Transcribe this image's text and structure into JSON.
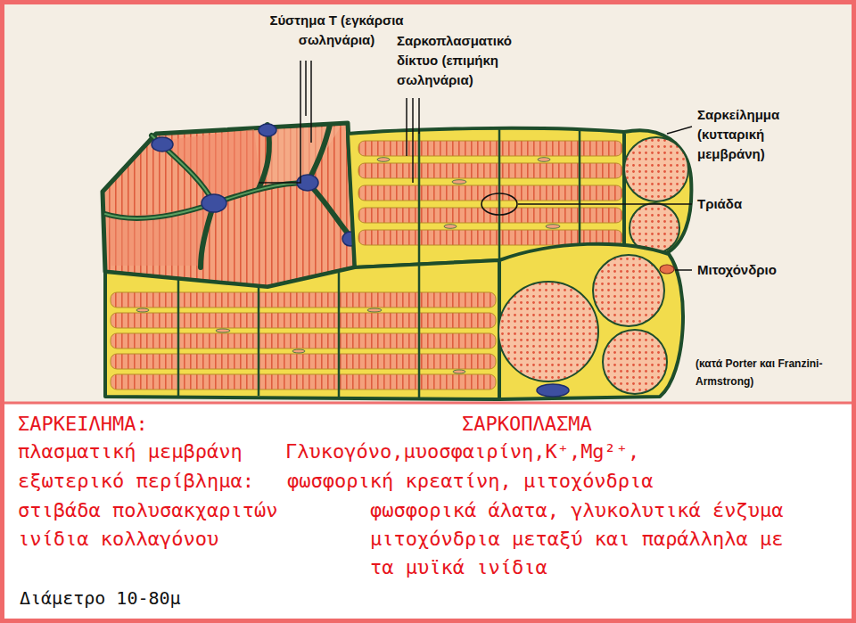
{
  "diagram": {
    "labels": [
      "Σύστημα Τ (εγκάρσια σωληνάρια)",
      "Σαρκοπλασματικό δίκτυο (επιμήκη σωληνάρια)",
      "Σαρκείλημμα (κυτταρική μεμβράνη)",
      "Τριάδα",
      "Μιτοχόνδριο",
      "(κατά Porter και Franzini-Armstrong)",
      "ΣΑΡΚΕΙΛΗΜΑ:",
      "ΣΑΡΚΟΠΛΑΣΜΑ",
      "πλασματική μεμβράνη",
      "Γλυκογόνο,μυοσφαιρίνη,K⁺,Mg²⁺,",
      "εξωτερικό περίβλημα:",
      "φωσφορική κρεατίνη, μιτοχόνδρια",
      "στιβάδα πολυσακχαριτών",
      "φωσφορικά άλατα, γλυκολυτικά ένζυμα",
      "ινίδια κολλαγόνου",
      "μιτοχόνδρια μεταξύ και παράλληλα με τα μυϊκά ινίδια",
      "Διάμετρο 10-80μ"
    ]
  }
}
